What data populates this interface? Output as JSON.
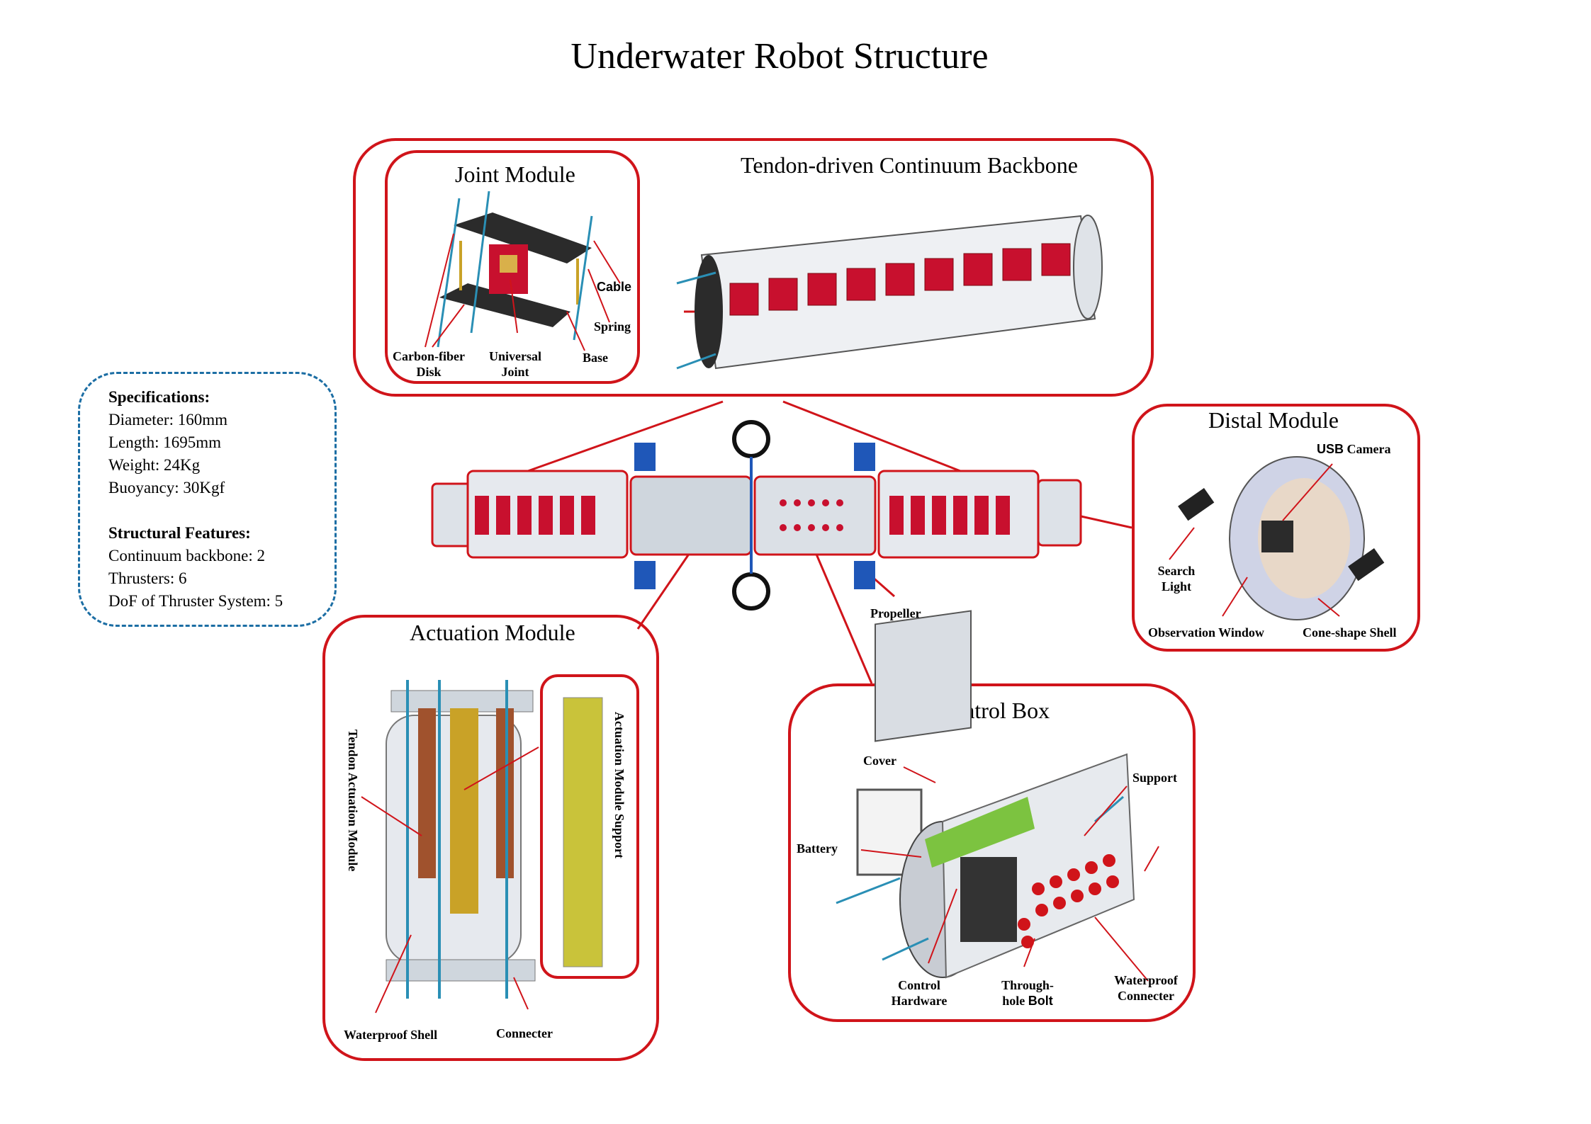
{
  "title": "Underwater Robot Structure",
  "specs": {
    "spec_heading": "Specifications:",
    "diameter": "Diameter: 160mm",
    "length": "Length: 1695mm",
    "weight": "Weight: 24Kg",
    "buoyancy": "Buoyancy: 30Kgf",
    "features_heading": "Structural Features:",
    "continuum": "Continuum backbone: 2",
    "thrusters": "Thrusters: 6",
    "dof": "DoF of Thruster System:  5"
  },
  "top_panel": {
    "title": "Tendon-driven  Continuum  Backbone",
    "joint": {
      "title": "Joint Module",
      "cable": "Cable",
      "spring": "Spring",
      "base": "Base",
      "carbon_line1": "Carbon-fiber",
      "carbon_line2": "Disk",
      "universal_line1": "Universal",
      "universal_line2": "Joint"
    }
  },
  "distal": {
    "title": "Distal Module",
    "usb_prefix": "USB",
    "usb_suffix": " Camera",
    "search_line1": "Search",
    "search_line2": "Light",
    "observation": "Observation Window",
    "cone": "Cone-shape Shell"
  },
  "propeller": "Propeller",
  "actuation": {
    "title": "Actuation Module",
    "tendon": "Tendon Actuation Module",
    "support": "Actuation Module Support",
    "shell": "Waterproof Shell",
    "connecter": "Connecter"
  },
  "control": {
    "title": "Control Box",
    "cover": "Cover",
    "support": "Support",
    "battery": "Battery",
    "control_line1": "Control",
    "control_line2": "Hardware",
    "through_line1": "Through-",
    "through_line2a": "hole ",
    "through_line2b": "Bolt",
    "waterproof_line1": "Waterproof",
    "waterproof_line2": "Connecter"
  },
  "colors": {
    "panel_border": "#d0141a",
    "specs_border": "#1c6ea4",
    "robot_red": "#c8102e",
    "brass": "#c9a227",
    "cable": "#2a8fb5",
    "thruster_blue": "#1f57b8"
  }
}
